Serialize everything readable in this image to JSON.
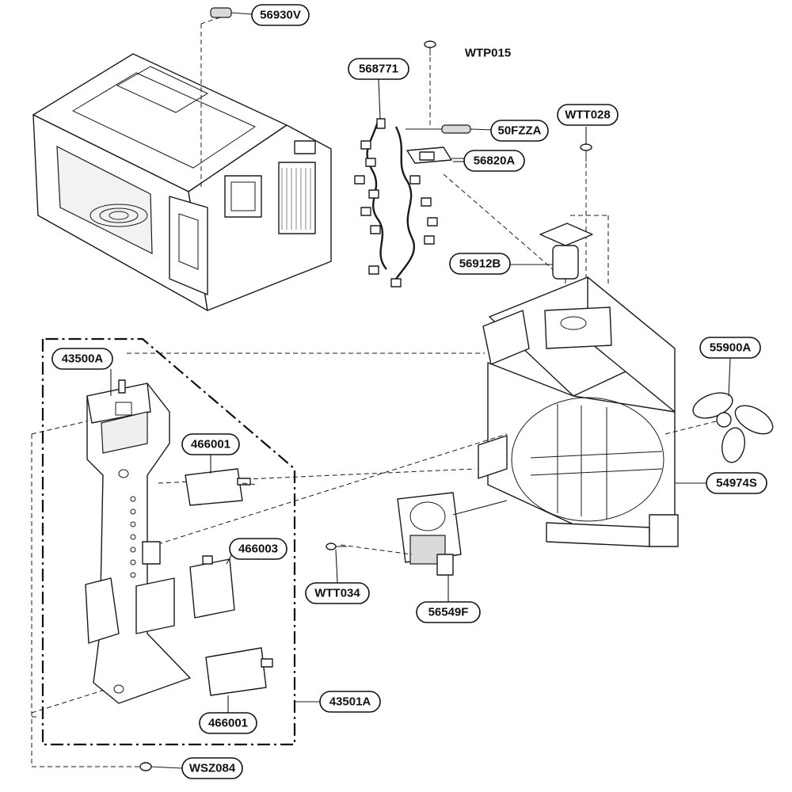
{
  "diagram": {
    "part_labels": [
      {
        "id": "56930V"
      },
      {
        "id": "568771"
      },
      {
        "id": "WTP015"
      },
      {
        "id": "WTT028"
      },
      {
        "id": "50FZZA"
      },
      {
        "id": "56820A"
      },
      {
        "id": "56912B"
      },
      {
        "id": "43500A"
      },
      {
        "id": "55900A"
      },
      {
        "id": "466001"
      },
      {
        "id": "54974S"
      },
      {
        "id": "466003"
      },
      {
        "id": "WTT034"
      },
      {
        "id": "56549F"
      },
      {
        "id": "43501A"
      },
      {
        "id": "466001"
      },
      {
        "id": "WSZ084"
      }
    ]
  }
}
